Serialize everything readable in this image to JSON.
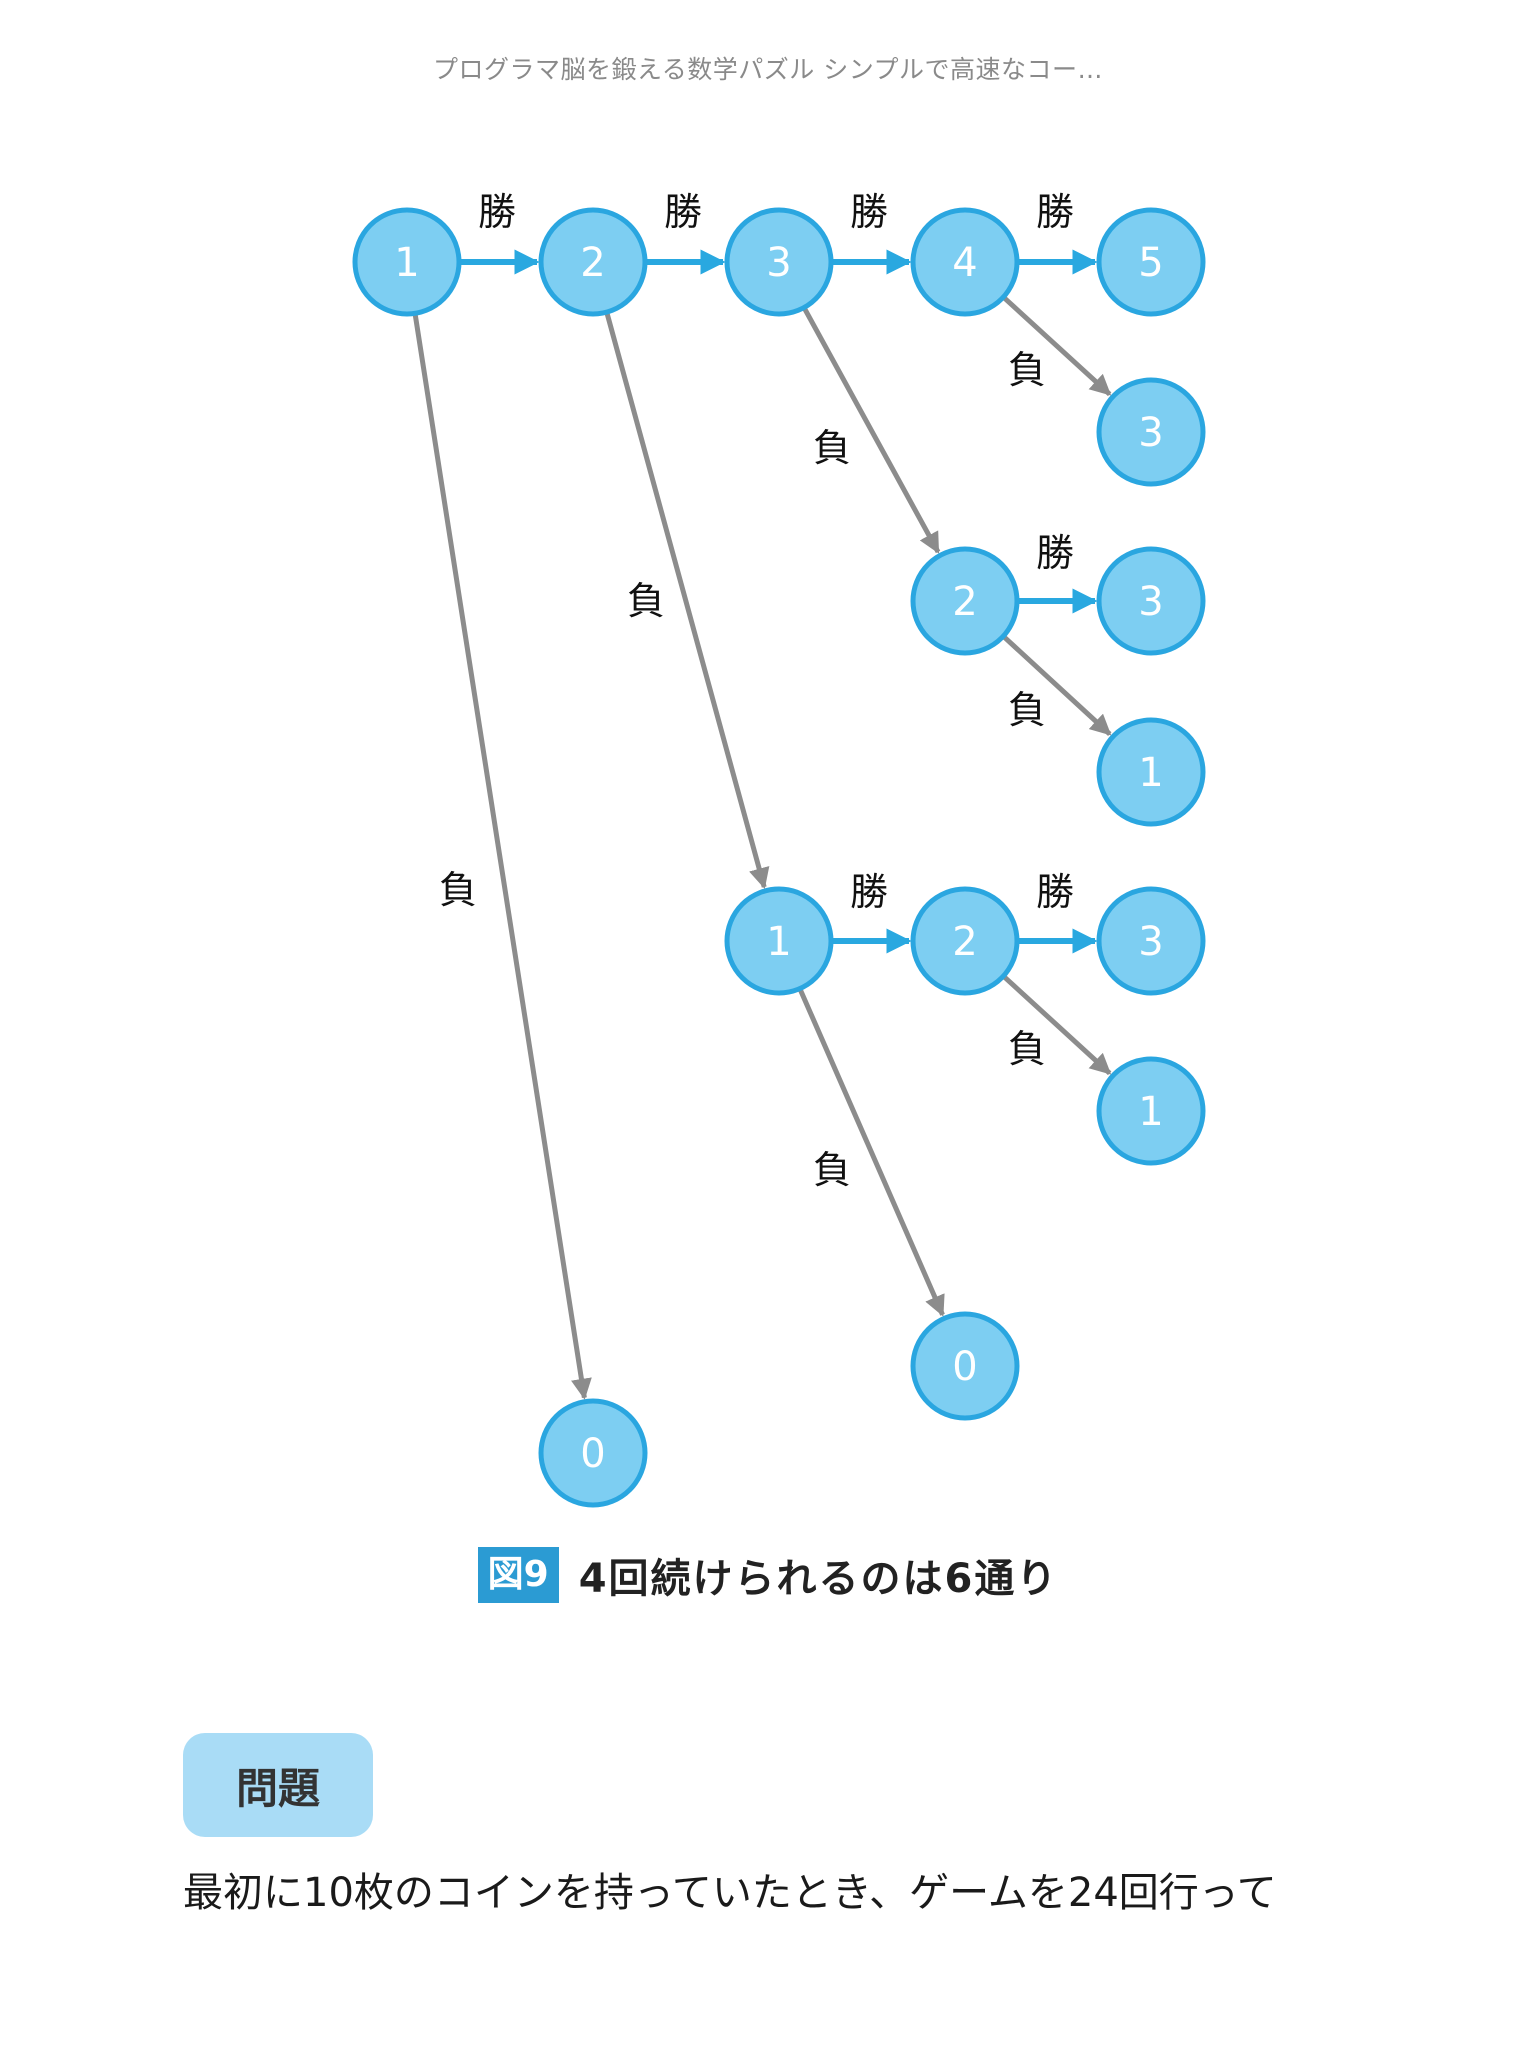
{
  "header": {
    "title": "プログラマ脳を鍛える数学パズル シンプルで高速なコー…"
  },
  "colors": {
    "node_fill": "#7dcef2",
    "node_stroke": "#2aa6e0",
    "win_edge": "#29a8e0",
    "lose_edge": "#8c8c8c",
    "caption_tag_bg": "#2b9bd3",
    "problem_badge_bg": "#a9dcf6"
  },
  "diagram": {
    "nodes": [
      {
        "id": "n1",
        "label": "1"
      },
      {
        "id": "n2",
        "label": "2"
      },
      {
        "id": "n3",
        "label": "3"
      },
      {
        "id": "n4",
        "label": "4"
      },
      {
        "id": "n5",
        "label": "5"
      },
      {
        "id": "n6",
        "label": "3"
      },
      {
        "id": "n7",
        "label": "2"
      },
      {
        "id": "n8",
        "label": "3"
      },
      {
        "id": "n9",
        "label": "1"
      },
      {
        "id": "n10",
        "label": "1"
      },
      {
        "id": "n11",
        "label": "2"
      },
      {
        "id": "n12",
        "label": "3"
      },
      {
        "id": "n13",
        "label": "1"
      },
      {
        "id": "n14",
        "label": "0"
      },
      {
        "id": "n15",
        "label": "0"
      }
    ],
    "edges": [
      {
        "from": "n1",
        "to": "n2",
        "type": "win",
        "label": "勝"
      },
      {
        "from": "n2",
        "to": "n3",
        "type": "win",
        "label": "勝"
      },
      {
        "from": "n3",
        "to": "n4",
        "type": "win",
        "label": "勝"
      },
      {
        "from": "n4",
        "to": "n5",
        "type": "win",
        "label": "勝"
      },
      {
        "from": "n4",
        "to": "n6",
        "type": "lose",
        "label": "負"
      },
      {
        "from": "n3",
        "to": "n7",
        "type": "lose",
        "label": "負"
      },
      {
        "from": "n7",
        "to": "n8",
        "type": "win",
        "label": "勝"
      },
      {
        "from": "n7",
        "to": "n9",
        "type": "lose",
        "label": "負"
      },
      {
        "from": "n2",
        "to": "n10",
        "type": "lose",
        "label": "負"
      },
      {
        "from": "n10",
        "to": "n11",
        "type": "win",
        "label": "勝"
      },
      {
        "from": "n11",
        "to": "n12",
        "type": "win",
        "label": "勝"
      },
      {
        "from": "n11",
        "to": "n13",
        "type": "lose",
        "label": "負"
      },
      {
        "from": "n10",
        "to": "n14",
        "type": "lose",
        "label": "負"
      },
      {
        "from": "n1",
        "to": "n15",
        "type": "lose",
        "label": "負"
      }
    ]
  },
  "figure": {
    "tag": "図9",
    "caption": "4回続けられるのは6通り"
  },
  "problem": {
    "badge": "問題",
    "text": "最初に10枚のコインを持っていたとき、ゲームを24回行って"
  }
}
